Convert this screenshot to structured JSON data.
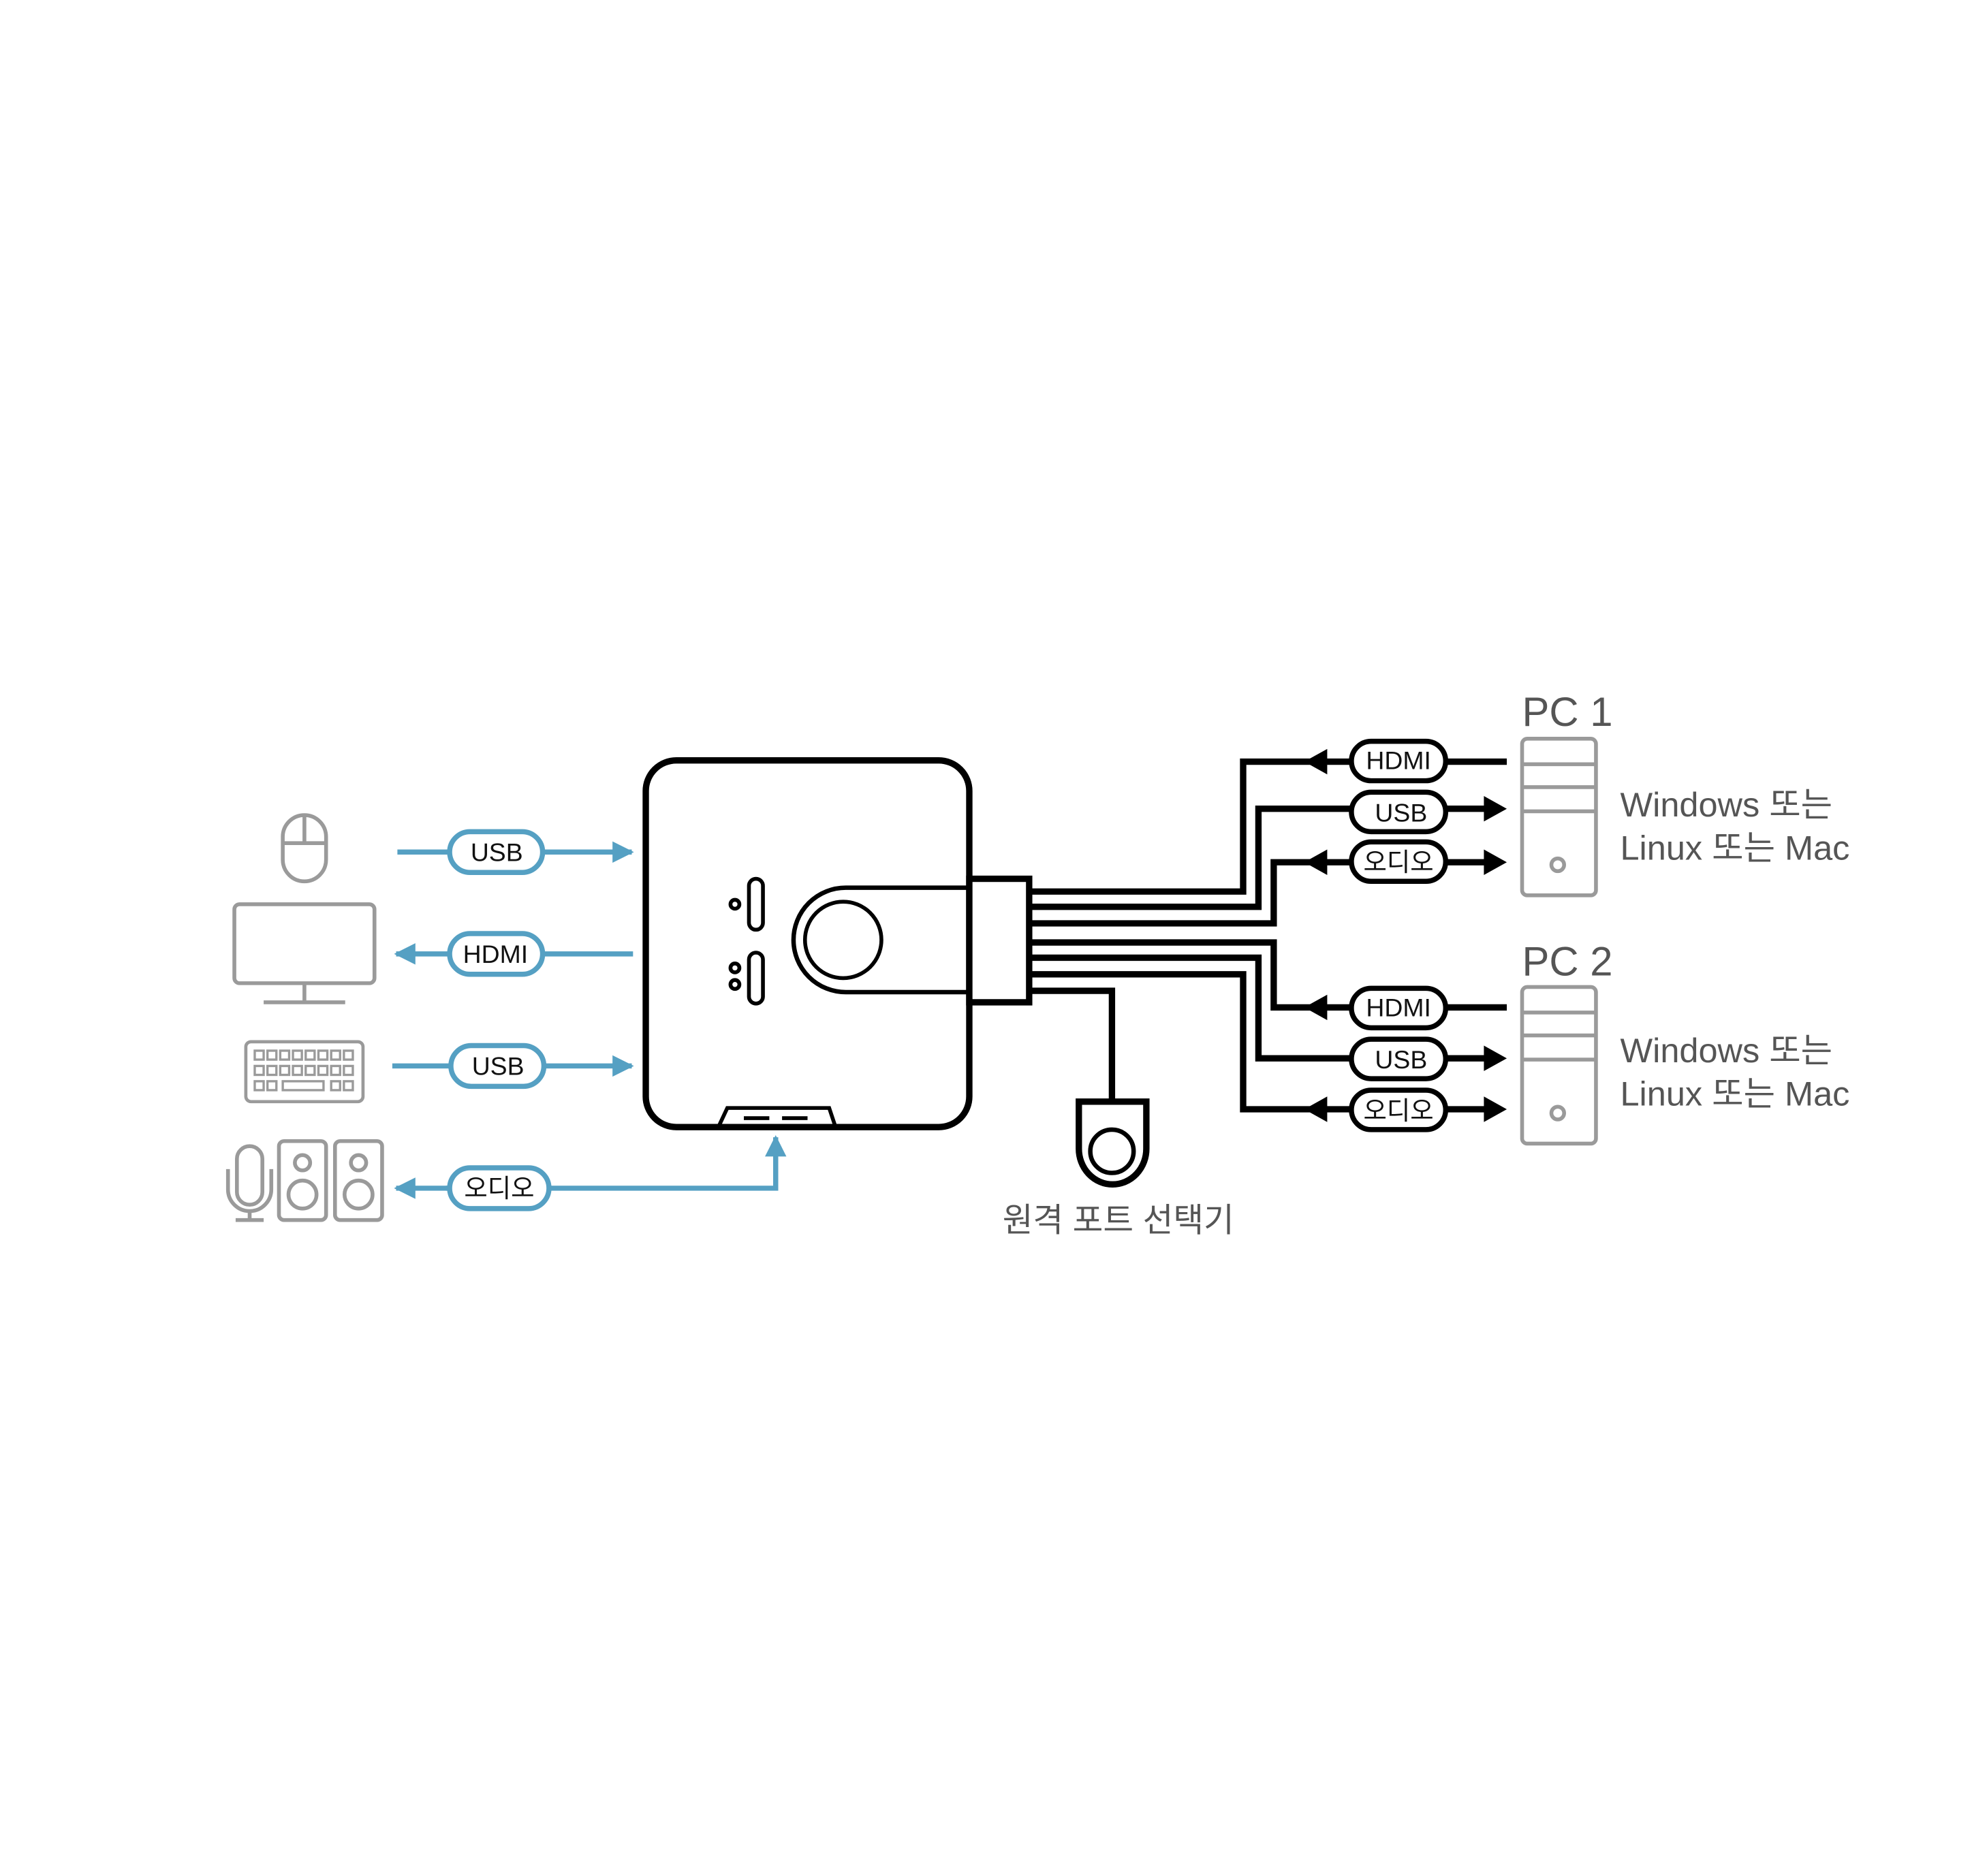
{
  "colors": {
    "accent_blue": "#55a0c3",
    "line_black": "#000000",
    "icon_gray": "#9a9a9a",
    "text_gray": "#555555"
  },
  "left": {
    "mouse_cable": {
      "label": "USB",
      "direction": "to-switch",
      "icon": "mouse-icon"
    },
    "monitor_cable": {
      "label": "HDMI",
      "direction": "to-device",
      "icon": "monitor-icon"
    },
    "keyboard_cable": {
      "label": "USB",
      "direction": "to-switch",
      "icon": "keyboard-icon"
    },
    "audio_cable": {
      "label": "오디오",
      "direction": "bidirectional",
      "icon": "microphone-speakers-icon"
    }
  },
  "remote": {
    "label": "원격 포트 선택기"
  },
  "pcs": [
    {
      "title": "PC 1",
      "os_line1": "Windows 또는",
      "os_line2": "Linux 또는 Mac",
      "cables": [
        {
          "label": "HDMI"
        },
        {
          "label": "USB"
        },
        {
          "label": "오디오"
        }
      ]
    },
    {
      "title": "PC 2",
      "os_line1": "Windows 또는",
      "os_line2": "Linux 또는 Mac",
      "cables": [
        {
          "label": "HDMI"
        },
        {
          "label": "USB"
        },
        {
          "label": "오디오"
        }
      ]
    }
  ]
}
